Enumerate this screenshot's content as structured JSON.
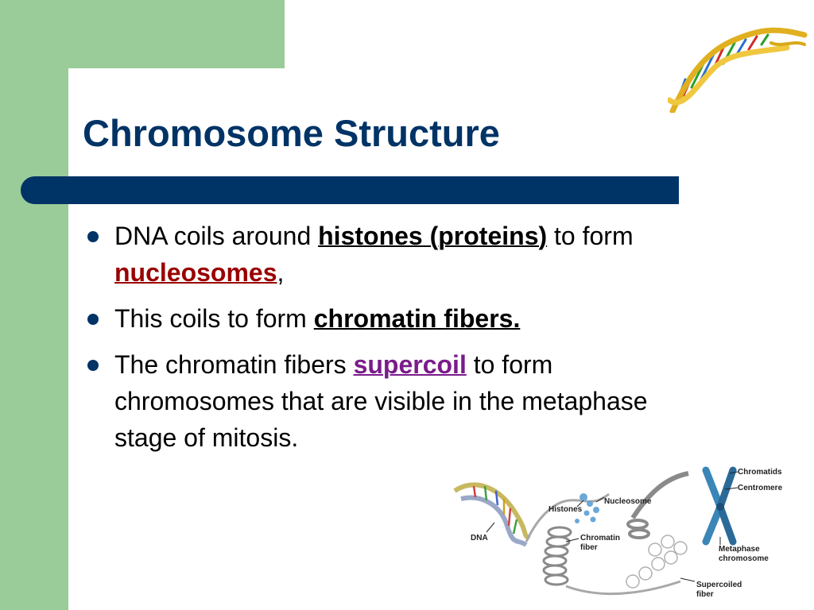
{
  "slide": {
    "title": "Chromosome Structure",
    "colors": {
      "green": "#99cc99",
      "navy": "#003366",
      "red": "#990000",
      "purple": "#7a1c8a"
    },
    "bullets": [
      {
        "before": "DNA coils around ",
        "emphasis": "histones (proteins)",
        "middle": " to form ",
        "emphasis2": "nucleosomes",
        "after": ","
      },
      {
        "before": "This coils to form ",
        "emphasis": "chromatin fibers."
      },
      {
        "before": "The chromatin fibers ",
        "emphasis": "supercoil",
        "after": " to form chromosomes that are visible in the metaphase stage of mitosis."
      }
    ]
  },
  "diagram": {
    "labels": {
      "dna": "DNA",
      "histones": "Histones",
      "nucleosome": "Nucleosome",
      "chromatin_1": "Chromatin",
      "chromatin_2": "fiber",
      "chromatids": "Chromatids",
      "centromere": "Centromere",
      "metaphase_1": "Metaphase",
      "metaphase_2": "chromosome",
      "supercoiled_1": "Supercoiled",
      "supercoiled_2": "fiber"
    }
  }
}
